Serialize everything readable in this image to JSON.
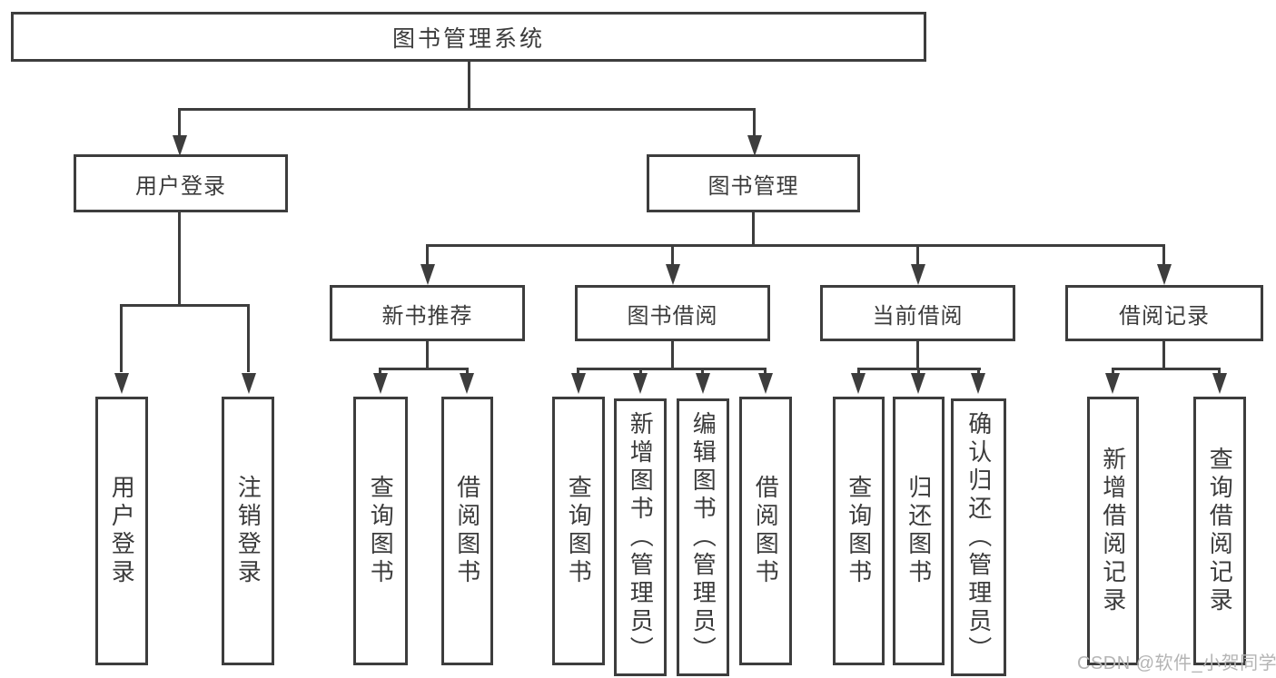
{
  "title": {
    "label": "图书管理系统"
  },
  "branches": {
    "user_login": {
      "label": "用户登录",
      "children": [
        "用户登录",
        "注销登录"
      ]
    },
    "book_mgmt": {
      "label": "图书管理"
    },
    "new_books": {
      "label": "新书推荐",
      "children": [
        "查询图书",
        "借阅图书"
      ]
    },
    "book_borrow": {
      "label": "图书借阅",
      "children": [
        "查询图书",
        "新增图书（管理员）",
        "编辑图书（管理员）",
        "借阅图书"
      ]
    },
    "current_borrow": {
      "label": "当前借阅",
      "children": [
        "查询图书",
        "归还图书",
        "确认归还（管理员）"
      ]
    },
    "borrow_records": {
      "label": "借阅记录",
      "children": [
        "新增借阅记录",
        "查询借阅记录"
      ]
    }
  },
  "watermark": "CSDN @软件_小贺同学",
  "colors": {
    "line": "#3d3d3d",
    "text": "#3b3b3b",
    "watermark": "#b4b4b4"
  }
}
